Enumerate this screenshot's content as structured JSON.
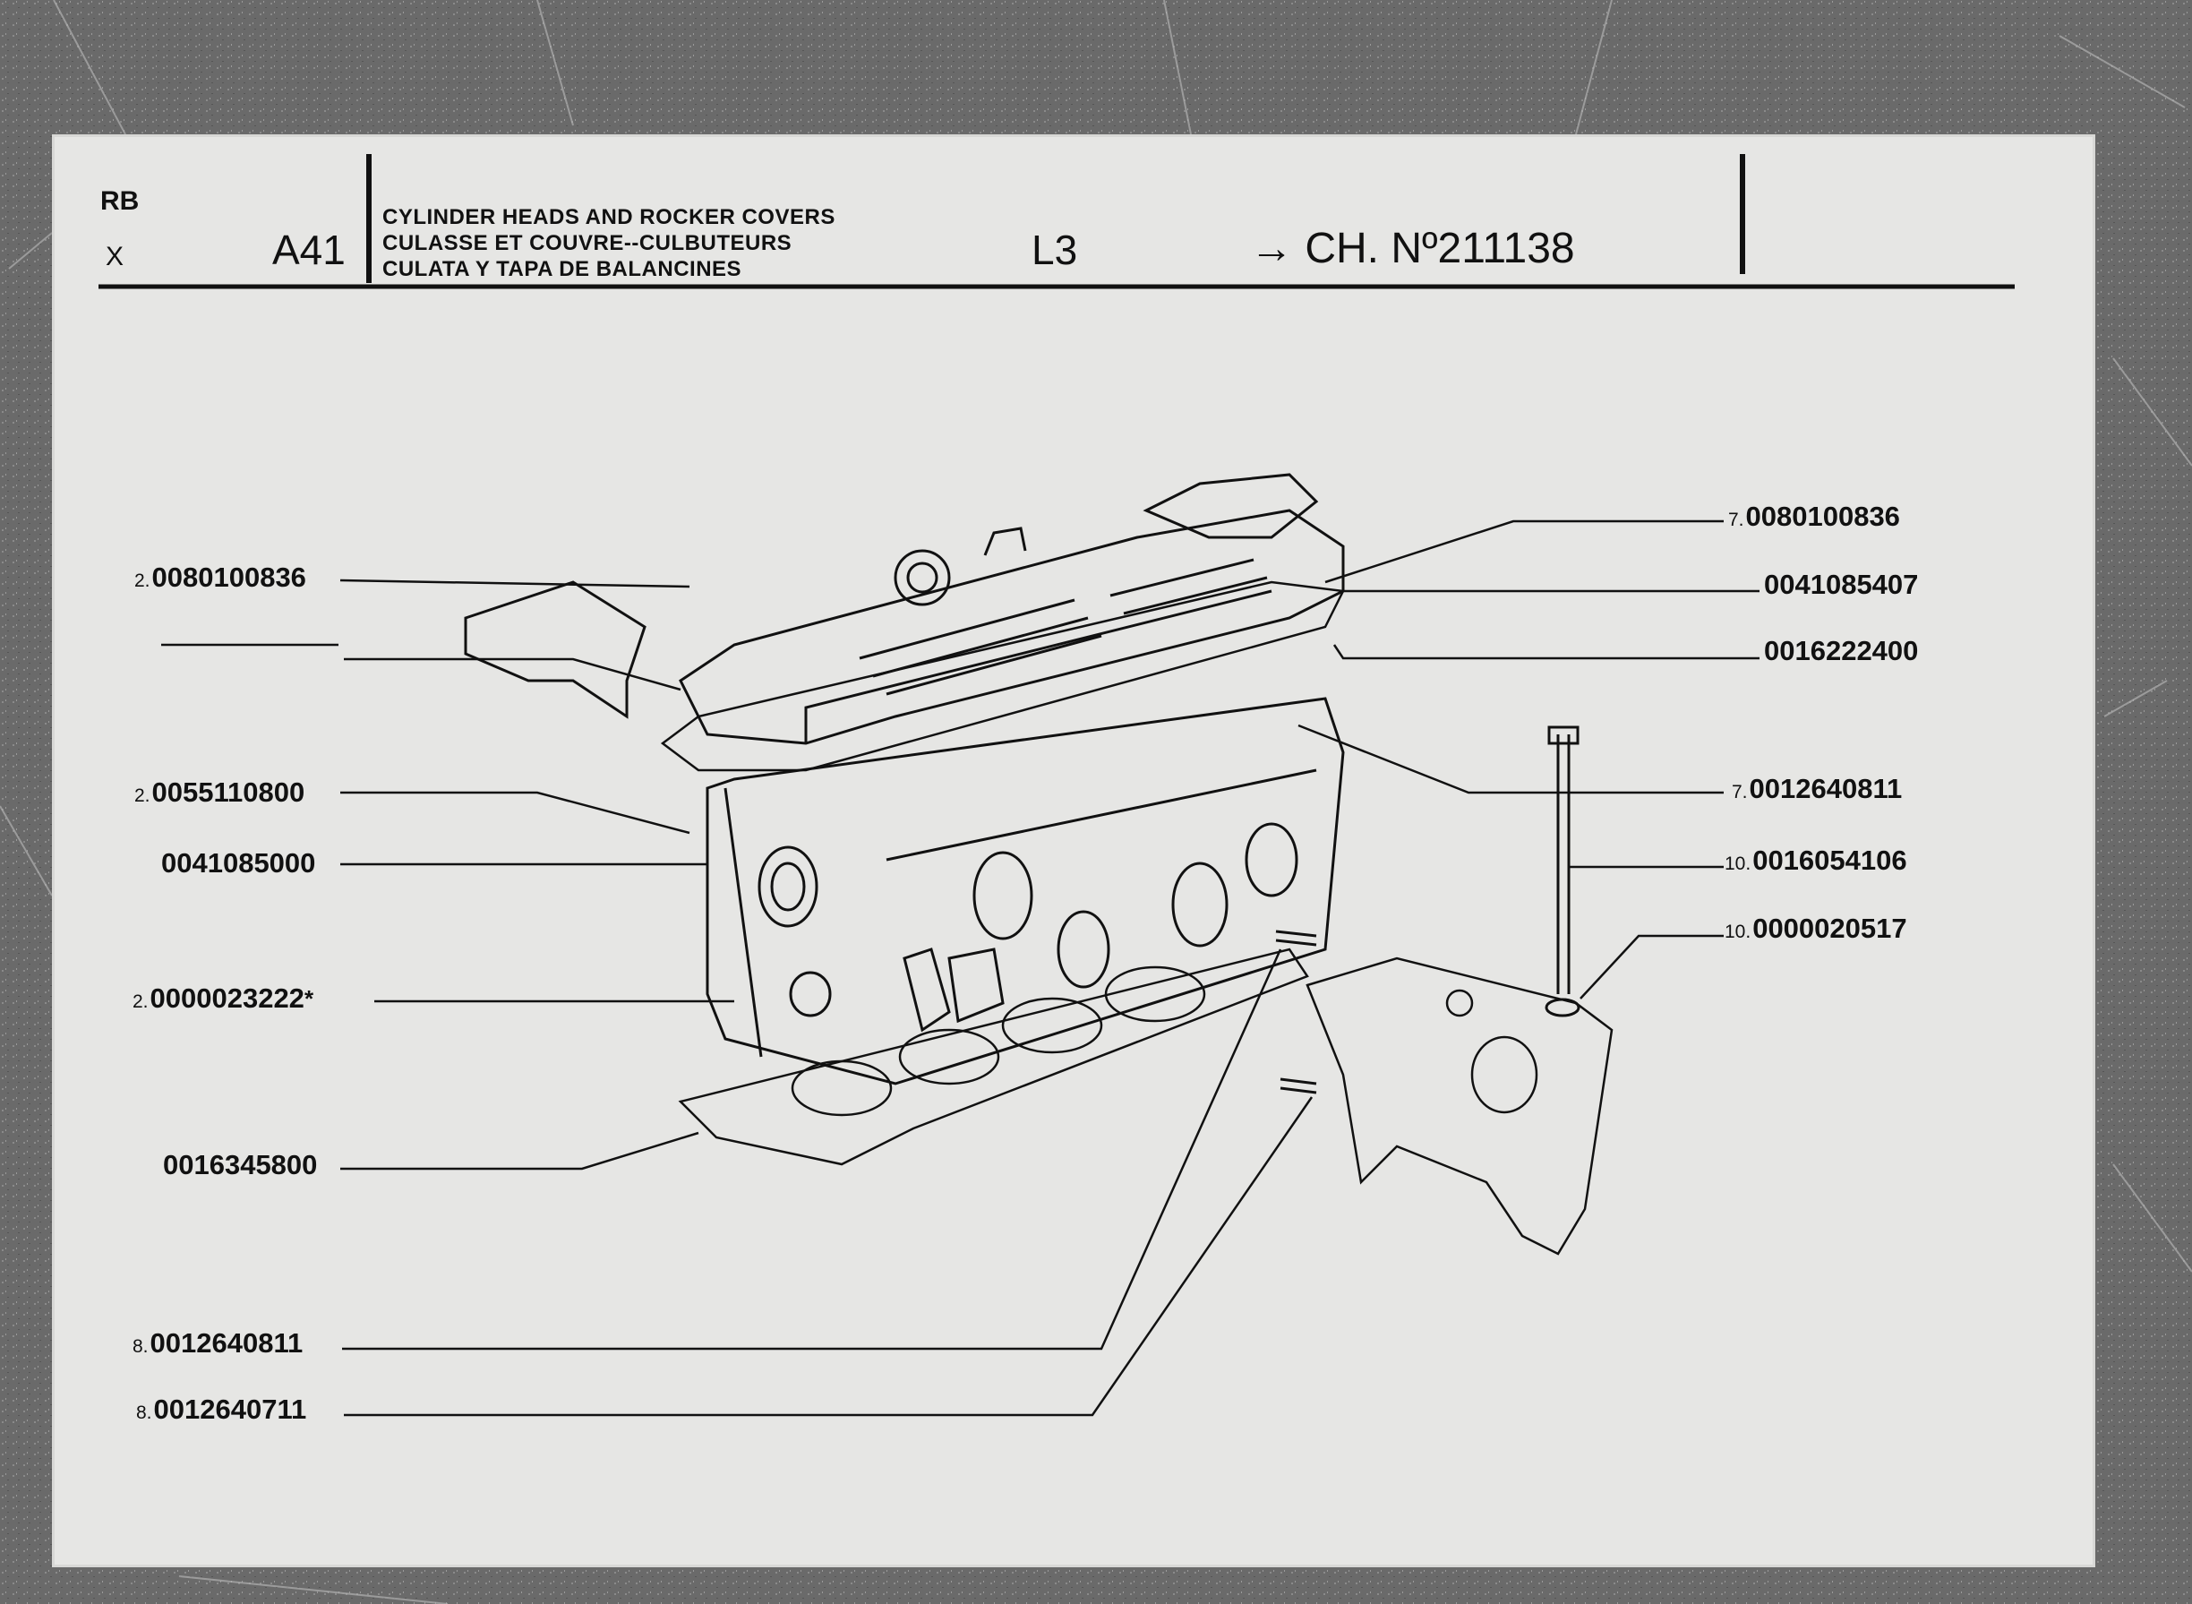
{
  "header": {
    "line_code": "RB",
    "variant": "X",
    "section_code": "A41",
    "title_lines": [
      "CYLINDER HEADS AND ROCKER COVERS",
      "CULASSE ET COUVRE--CULBUTEURS",
      "CULATA Y TAPA DE BALANCINES"
    ],
    "engine_code": "L3",
    "chassis_ref": "→ CH. Nº211138"
  },
  "parts_left": [
    {
      "qty": "2.",
      "number": "0080100836",
      "mark": ""
    },
    {
      "qty": "",
      "number": "",
      "mark": ""
    },
    {
      "qty": "2.",
      "number": "0055110800",
      "mark": ""
    },
    {
      "qty": "",
      "number": "0041085000",
      "mark": ""
    },
    {
      "qty": "2.",
      "number": "0000023222",
      "mark": "*"
    },
    {
      "qty": "",
      "number": "0016345800",
      "mark": ""
    },
    {
      "qty": "8.",
      "number": "0012640811",
      "mark": ""
    },
    {
      "qty": "8.",
      "number": "0012640711",
      "mark": ""
    }
  ],
  "parts_right": [
    {
      "qty": "7.",
      "number": "0080100836"
    },
    {
      "qty": "",
      "number": "0041085407"
    },
    {
      "qty": "",
      "number": "0016222400"
    },
    {
      "qty": "7.",
      "number": "0012640811"
    },
    {
      "qty": "10.",
      "number": "0016054106"
    },
    {
      "qty": "10.",
      "number": "0000020517"
    }
  ],
  "colors": {
    "ink": "#111111",
    "paper": "#e6e6e4",
    "backdrop": "#6f6f6f"
  }
}
